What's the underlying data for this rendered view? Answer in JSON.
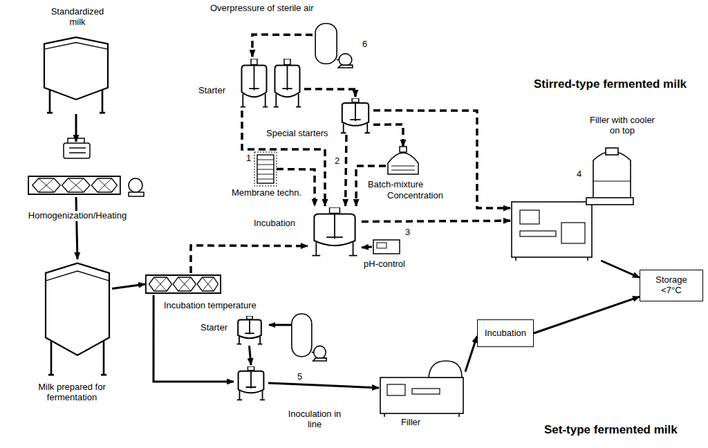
{
  "diagram": {
    "nodes": [
      {
        "text": [
          "Standardized milk"
        ]
      },
      {
        "text": [
          "Homogenization/Heating"
        ]
      },
      {
        "text": [
          "Milk prepared for fermentation"
        ]
      },
      {
        "text": [
          "Incubation temperature"
        ]
      },
      {
        "text": [
          "Overpressure of sterile air",
          "6"
        ]
      },
      {
        "text": [
          "Starter"
        ]
      },
      {
        "text": [
          "Special starters"
        ]
      },
      {
        "text": [
          "1",
          "Membrane techn."
        ]
      },
      {
        "text": [
          "2",
          "Batch-mixture",
          "Concentration"
        ]
      },
      {
        "text": [
          "Incubation"
        ]
      },
      {
        "text": [
          "3",
          "pH-control"
        ]
      },
      {
        "text": [
          "Filler with cooler on top",
          "4"
        ]
      },
      {
        "text": [
          "Storage <7°C"
        ]
      },
      {
        "text": [
          "Starter"
        ]
      },
      {
        "text": [
          "5",
          "Inoculation in line"
        ]
      },
      {
        "text": [
          "Filler"
        ]
      },
      {
        "text": [
          "Incubation"
        ]
      }
    ],
    "edges": [
      {
        "from": 0,
        "to": 1,
        "arrow": "to"
      },
      {
        "from": 1,
        "to": 2,
        "arrow": "to"
      },
      {
        "from": 2,
        "to": 3,
        "arrow": "to"
      },
      {
        "from": 3,
        "to": 9,
        "arrow": "to"
      },
      {
        "from": 3,
        "to": 14,
        "arrow": "to"
      },
      {
        "from": 4,
        "to": 5,
        "arrow": "to"
      },
      {
        "from": 5,
        "to": 6,
        "arrow": "to"
      },
      {
        "from": 5,
        "to": 9,
        "arrow": "to"
      },
      {
        "from": 6,
        "to": 9,
        "arrow": "to"
      },
      {
        "from": 6,
        "to": 8,
        "arrow": "to"
      },
      {
        "from": 6,
        "to": 11,
        "arrow": "to"
      },
      {
        "from": 7,
        "to": 9,
        "arrow": "to"
      },
      {
        "from": 8,
        "to": 9,
        "arrow": "to"
      },
      {
        "from": 10,
        "to": 9,
        "arrow": "to"
      },
      {
        "from": 9,
        "to": 11,
        "arrow": "to"
      },
      {
        "from": 11,
        "to": 12,
        "arrow": "to"
      },
      {
        "from": 13,
        "to": 14,
        "arrow": "to"
      },
      {
        "from": 14,
        "to": 15,
        "arrow": "to"
      },
      {
        "from": 15,
        "to": 16,
        "arrow": "to"
      },
      {
        "from": 16,
        "to": 12,
        "arrow": "to"
      }
    ],
    "labels": [
      "Stirred-type fermented milk",
      "Set-type fermented milk"
    ]
  }
}
